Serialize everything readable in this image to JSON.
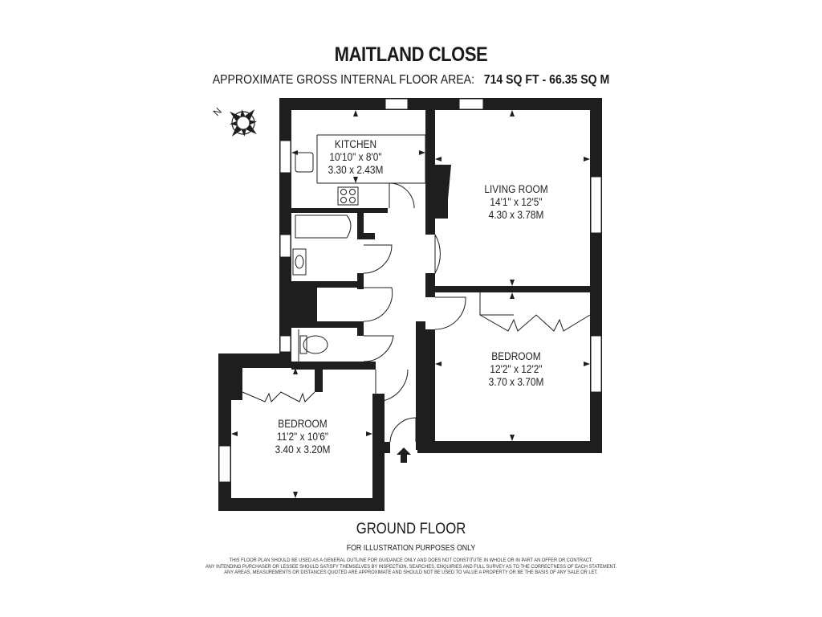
{
  "header": {
    "title": "MAITLAND CLOSE",
    "area_label": "APPROXIMATE GROSS INTERNAL FLOOR AREA:",
    "area_value": "714 SQ FT  -  66.35 SQ M"
  },
  "compass": {
    "label": "N",
    "icon": "compass-rose-icon"
  },
  "rooms": [
    {
      "name": "KITCHEN",
      "imperial": "10'10\" x 8'0\"",
      "metric": "3.30 x 2.43M"
    },
    {
      "name": "LIVING ROOM",
      "imperial": "14'1\" x 12'5\"",
      "metric": "4.30 x 3.78M"
    },
    {
      "name": "BEDROOM",
      "imperial": "12'2\" x 12'2\"",
      "metric": "3.70 x 3.70M"
    },
    {
      "name": "BEDROOM",
      "imperial": "11'2\" x 10'6\"",
      "metric": "3.40 x 3.20M"
    }
  ],
  "footer": {
    "floor_name": "GROUND FLOOR",
    "illustration_note": "FOR ILLUSTRATION PURPOSES ONLY",
    "disclaimer": [
      "THIS FLOOR PLAN SHOULD BE USED AS A GENERAL OUTLINE FOR GUIDANCE ONLY AND DOES NOT CONSTITUTE IN WHOLE OR IN PART AN OFFER OR CONTRACT.",
      "ANY INTENDING PURCHASER OR LESSEE SHOULD SATISFY THEMSELVES BY INSPECTION, SEARCHES, ENQUIRIES AND FULL SURVEY AS TO THE CORRECTNESS OF EACH STATEMENT.",
      "ANY AREAS, MEASUREMENTS OR DISTANCES QUOTED ARE APPROXIMATE AND SHOULD NOT BE USED TO VALUE A PROPERTY OR BE THE BASIS OF ANY SALE OR LET."
    ]
  },
  "colors": {
    "wall": "#1e1e1e",
    "background": "#ffffff",
    "text": "#1a1a1a"
  }
}
